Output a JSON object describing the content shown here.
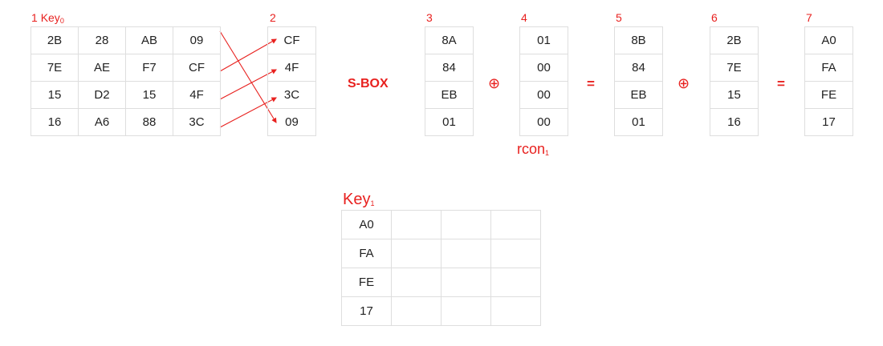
{
  "key0": {
    "label_num": "1",
    "label_name": "Key",
    "label_sub": "0",
    "rows": [
      [
        "2B",
        "28",
        "AB",
        "09"
      ],
      [
        "7E",
        "AE",
        "F7",
        "CF"
      ],
      [
        "15",
        "D2",
        "15",
        "4F"
      ],
      [
        "16",
        "A6",
        "88",
        "3C"
      ]
    ]
  },
  "steps": [
    {
      "num": "2",
      "values": [
        "CF",
        "4F",
        "3C",
        "09"
      ]
    },
    {
      "num": "3",
      "values": [
        "8A",
        "84",
        "EB",
        "01"
      ]
    },
    {
      "num": "4",
      "values": [
        "01",
        "00",
        "00",
        "00"
      ]
    },
    {
      "num": "5",
      "values": [
        "8B",
        "84",
        "EB",
        "01"
      ]
    },
    {
      "num": "6",
      "values": [
        "2B",
        "7E",
        "15",
        "16"
      ]
    },
    {
      "num": "7",
      "values": [
        "A0",
        "FA",
        "FE",
        "17"
      ]
    }
  ],
  "sbox_label": "S-BOX",
  "xor_symbol": "⊕",
  "equals_symbol": "=",
  "rcon": {
    "name": "rcon",
    "sub": "1"
  },
  "key1": {
    "label_name": "Key",
    "label_sub": "1",
    "rows": [
      [
        "A0",
        "",
        "",
        ""
      ],
      [
        "FA",
        "",
        "",
        ""
      ],
      [
        "FE",
        "",
        "",
        ""
      ],
      [
        "17",
        "",
        "",
        ""
      ]
    ]
  },
  "colors": {
    "accent": "#e8211f",
    "grid_line": "#dedede",
    "text": "#222222"
  },
  "rotation_arrows": [
    {
      "from_row": 0,
      "to_row": 3
    },
    {
      "from_row": 1,
      "to_row": 0
    },
    {
      "from_row": 2,
      "to_row": 1
    },
    {
      "from_row": 3,
      "to_row": 2
    }
  ]
}
